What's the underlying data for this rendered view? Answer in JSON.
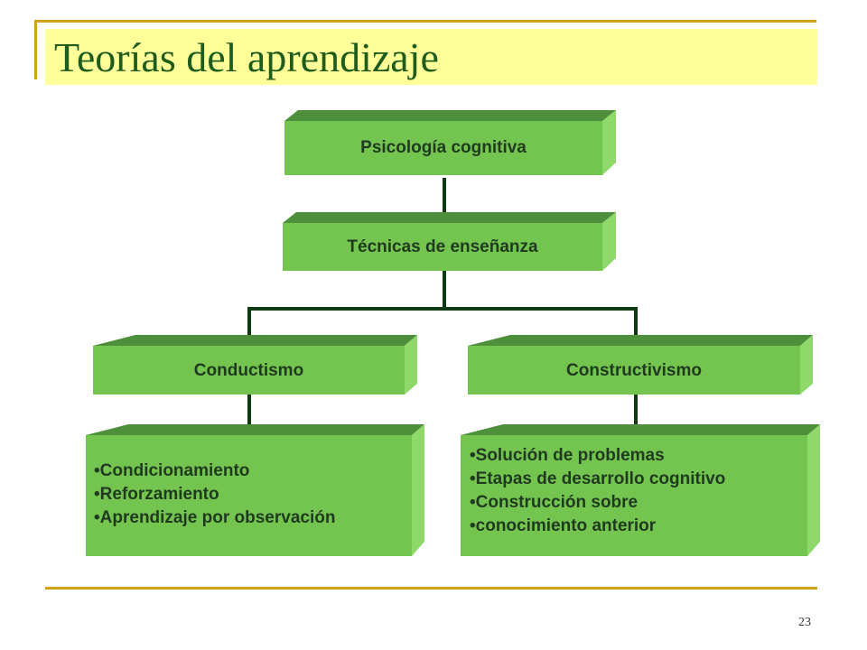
{
  "slide": {
    "title": "Teorías del aprendizaje",
    "page_number": "23"
  },
  "colors": {
    "box_face": "#74c450",
    "box_top": "#4d8f3a",
    "box_side": "#8fd96a",
    "connector": "#0f3a12",
    "title_bg": "#ffff99",
    "rule": "#d4a017"
  },
  "diagram": {
    "root": "Psicología cognitiva",
    "level2": "Técnicas de enseñanza",
    "branches": [
      {
        "label": "Conductismo",
        "items": [
          "Condicionamiento",
          "Reforzamiento",
          "Aprendizaje por observación"
        ]
      },
      {
        "label": "Constructivismo",
        "items": [
          "Solución de problemas",
          "Etapas de desarrollo cognitivo",
          "Construcción sobre",
          "conocimiento anterior"
        ]
      }
    ]
  }
}
